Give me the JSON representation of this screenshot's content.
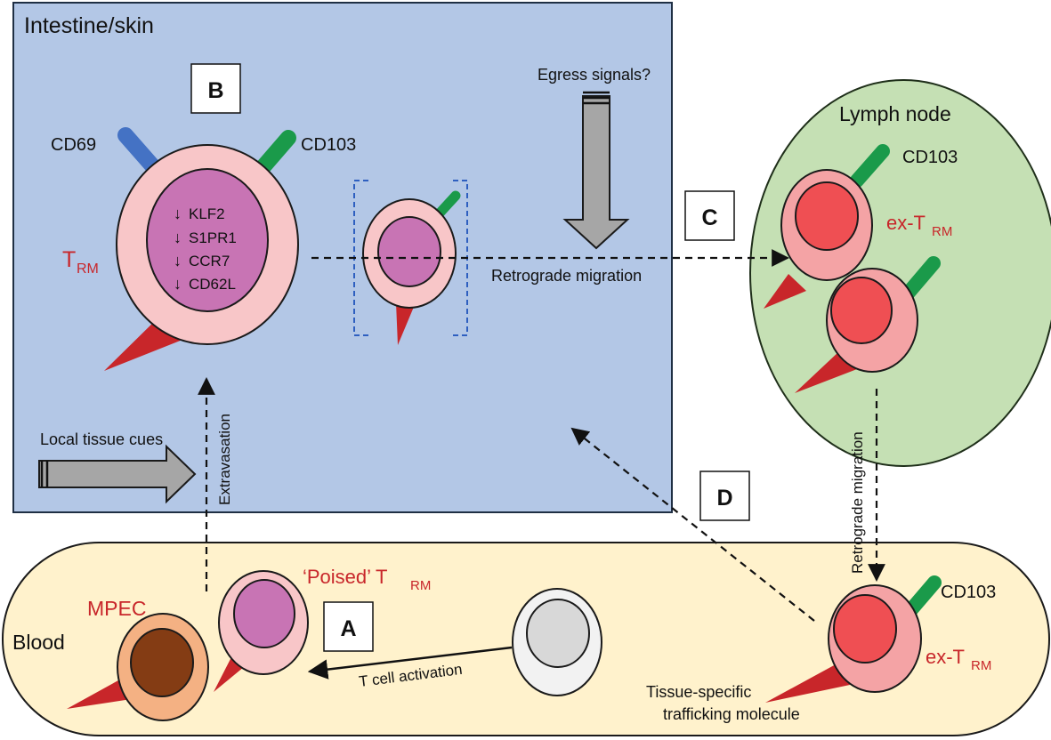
{
  "regions": {
    "tissue": "Intestine/skin",
    "lymph": "Lymph node",
    "blood": "Blood"
  },
  "boxes": {
    "a": "A",
    "b": "B",
    "c": "C",
    "d": "D"
  },
  "labels": {
    "cd69": "CD69",
    "cd103": "CD103",
    "trm_main": "T",
    "trm_sub": "RM",
    "genes": [
      "KLF2",
      "S1PR1",
      "CCR7",
      "CD62L"
    ],
    "down_arrow": "↓",
    "egress": "Egress signals?",
    "retro_h": "Retrograde migration",
    "retro_v": "Retrograde migration",
    "local_cues": "Local tissue cues",
    "extravasation": "Extravasation",
    "lymph_cd103": "CD103",
    "ex_main": "ex-T",
    "ex_sub": "RM",
    "mpec": "MPEC",
    "poised_main": "‘Poised’ T",
    "poised_sub": "RM",
    "t_activation": "T cell activation",
    "blood_cd103": "CD103",
    "blood_ex_main": "ex-T",
    "blood_ex_sub": "RM",
    "trafficking_1": "Tissue-specific",
    "trafficking_2": "trafficking molecule"
  },
  "colors": {
    "tissue_bg": "#b3c7e6",
    "lymph_bg": "#c5e0b4",
    "blood_bg": "#fff2cc",
    "trm_cell": "#f8c6c8",
    "trm_nucleus": "#c874b4",
    "ex_cell": "#f4a3a5",
    "ex_nucleus": "#ef4f53",
    "mpec_cell": "#f4b183",
    "mpec_nucleus": "#843c14",
    "naive_cell": "#f2f2f2",
    "naive_nucleus": "#d8d8d8",
    "cd69": "#4472c4",
    "cd103": "#1a9a4a",
    "receptor": "#c8262a",
    "label_red": "#c8262a"
  }
}
